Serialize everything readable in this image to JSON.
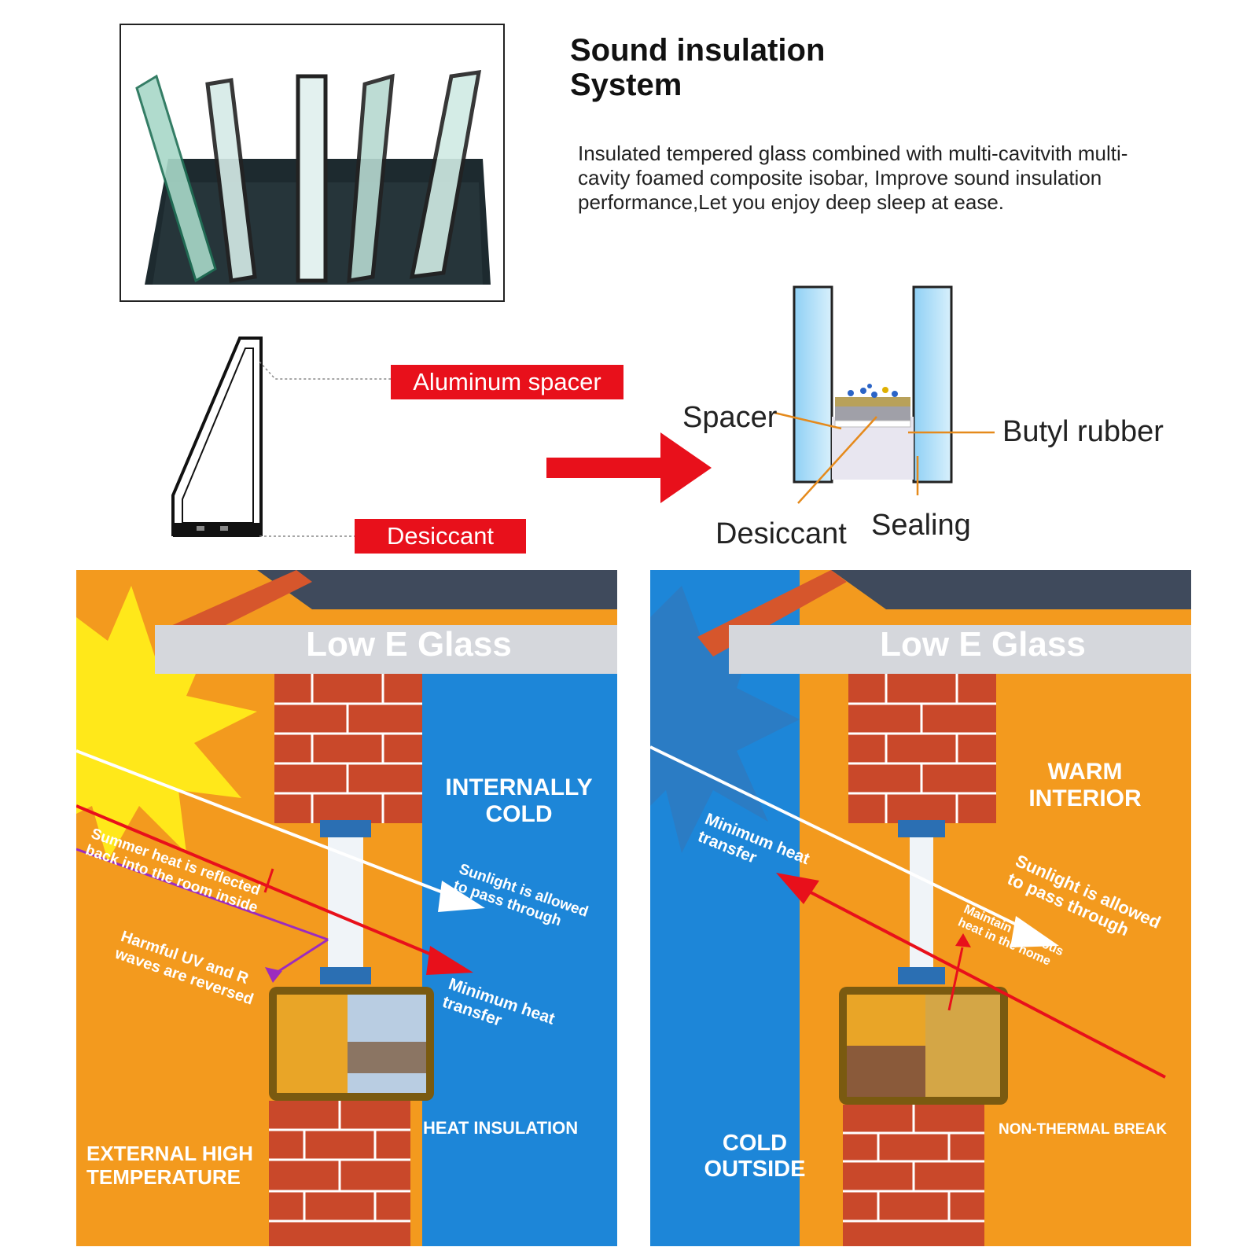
{
  "header": {
    "title_line1": "Sound insulation",
    "title_line2": "System",
    "description": "Insulated tempered glass combined with multi-cavitvith multi-cavity foamed composite isobar, Improve sound insulation performance,Let you enjoy deep sleep at ease."
  },
  "glass_section": {
    "tag_aluminum_spacer": "Aluminum spacer",
    "tag_desiccant": "Desiccant",
    "label_spacer": "Spacer",
    "label_butyl_rubber": "Butyl rubber",
    "label_desiccant": "Desiccant",
    "label_sealing": "Sealing"
  },
  "left_panel": {
    "title": "Low E Glass",
    "internal_line1": "INTERNALLY",
    "internal_line2": "COLD",
    "reflect_line1": "Summer heat is reflected",
    "reflect_line2": "back into the room inside",
    "uv_line1": "Harmful UV and R",
    "uv_line2": "waves are reversed",
    "sunlight_line1": "Sunlight is allowed",
    "sunlight_line2": "to pass through",
    "minheat_line1": "Minimum heat",
    "minheat_line2": "transfer",
    "heat_insulation": "HEAT INSULATION",
    "external_line1": "EXTERNAL HIGH",
    "external_line2": "TEMPERATURE"
  },
  "right_panel": {
    "title": "Low E Glass",
    "warm_line1": "WARM",
    "warm_line2": "INTERIOR",
    "minheat_line1": "Minimum heat",
    "minheat_line2": "transfer",
    "sunlight_line1": "Sunlight is allowed",
    "sunlight_line2": "to pass through",
    "maintain_line1": "Maintain Precious",
    "maintain_line2": "heat in the home",
    "non_thermal": "NON-THERMAL BREAK",
    "cold_line1": "COLD",
    "cold_line2": "OUTSIDE"
  },
  "colors": {
    "orange": "#f39a1e",
    "blue": "#1d86d8",
    "red_tag": "#e8101b",
    "brick": "#c9482a",
    "roof_dark": "#3f4a5c"
  }
}
